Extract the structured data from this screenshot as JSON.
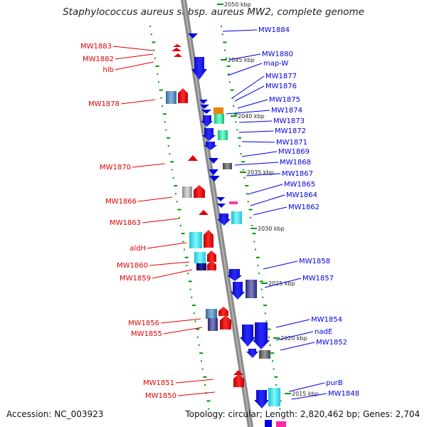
{
  "title": "Staphylococcus aureus subsp. aureus MW2, complete genome",
  "footer": {
    "accession": "Accession: NC_003923",
    "stats": "Topology: circular; Length: 2,820,462 bp; Genes: 2,704"
  },
  "colors": {
    "reverse_strand": "#e00000",
    "forward_strand": "#0000e0",
    "backbone": "#888888",
    "tick": "#009900"
  },
  "ticks": [
    {
      "label": "2050 kbp",
      "partial": true
    },
    {
      "label": "2045 kbp"
    },
    {
      "label": "2040 kbp"
    },
    {
      "label": "2035 kbp"
    },
    {
      "label": "2030 kbp"
    },
    {
      "label": "2025 kbp"
    },
    {
      "label": "2020 kbp"
    },
    {
      "label": "2015 kbp"
    }
  ],
  "left_labels": [
    "MW1883",
    "MW1882",
    "hlb",
    "MW1878",
    "MW1870",
    "MW1866",
    "MW1863",
    "aldH",
    "MW1860",
    "MW1859",
    "MW1856",
    "MW1855",
    "MW1851",
    "MW1850"
  ],
  "right_labels": [
    "MW1884",
    "MW1880",
    "map-W",
    "MW1877",
    "MW1876",
    "MW1875",
    "MW1874",
    "MW1873",
    "MW1872",
    "MW1871",
    "MW1869",
    "MW1868",
    "MW1867",
    "MW1865",
    "MW1864",
    "MW1862",
    "MW1858",
    "MW1857",
    "MW1854",
    "nadE",
    "MW1852",
    "purB",
    "MW1848"
  ]
}
